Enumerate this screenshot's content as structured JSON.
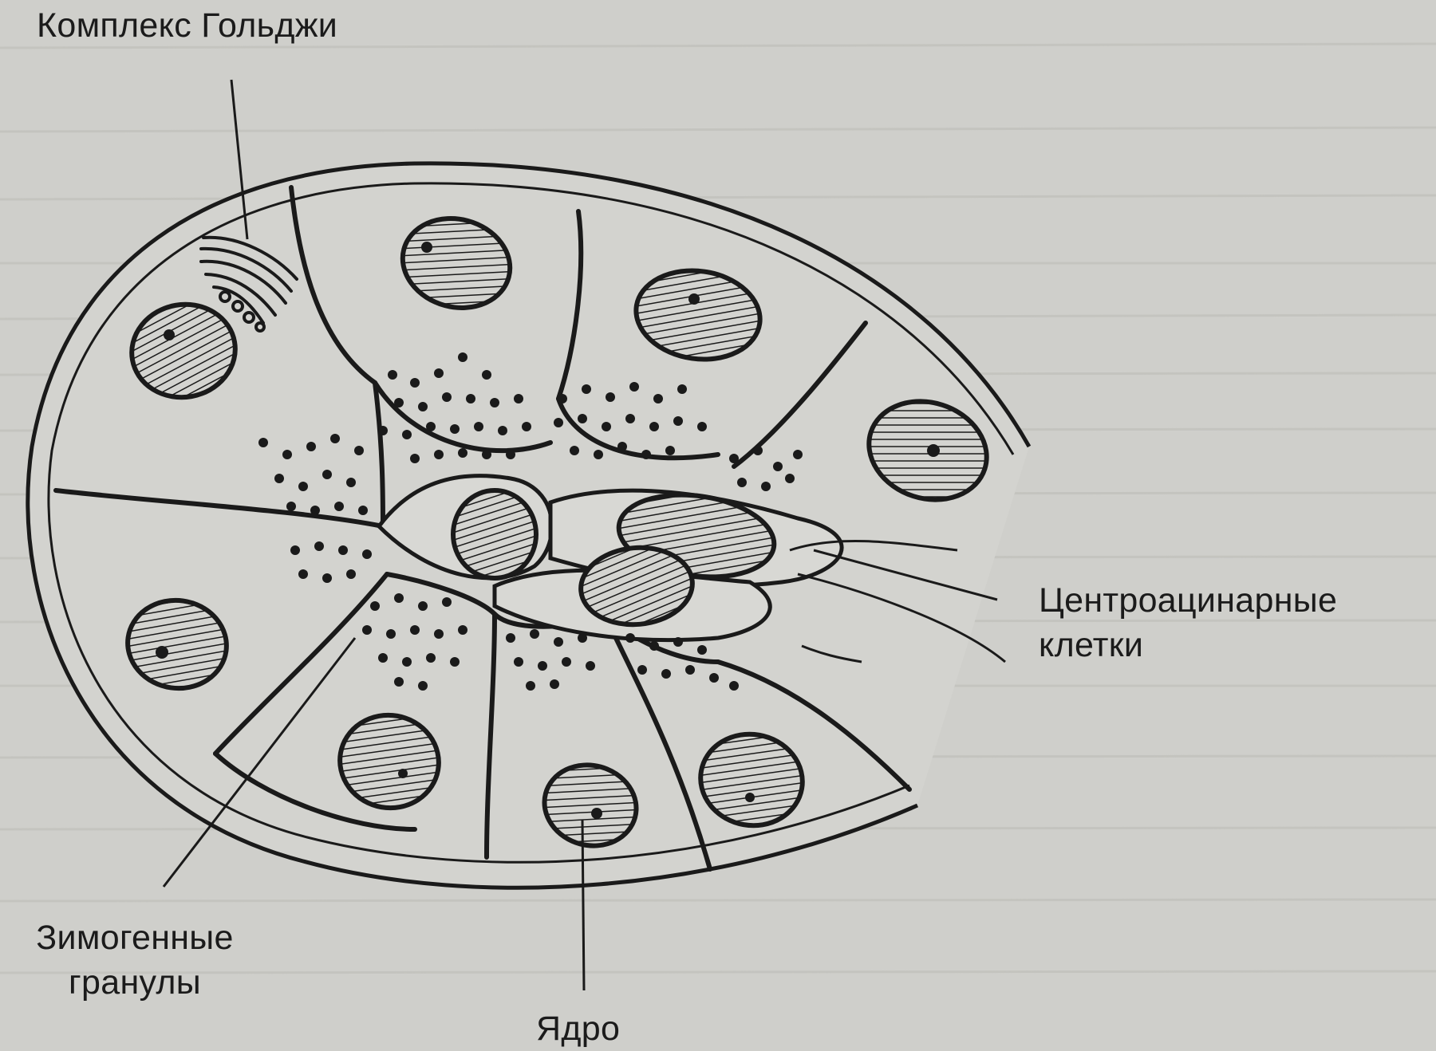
{
  "labels": {
    "golgi": "Комплекс Гольджи",
    "centroacinar": "Центроацинарные\nклетки",
    "zymogen": "Зимогенные\nгранулы",
    "nucleus": "Ядро"
  },
  "colors": {
    "background": "#cfcfcb",
    "ink": "#1a1a1a",
    "cell_fill": "#d8d8d4"
  },
  "icons": {
    "nucleus": "hatched-ellipse",
    "granule": "dot"
  }
}
